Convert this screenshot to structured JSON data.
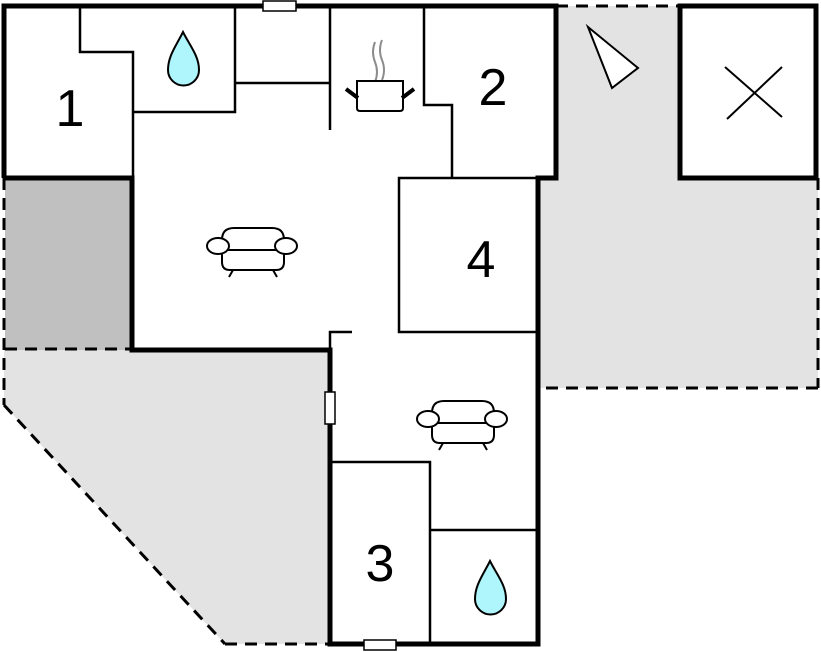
{
  "title": "Floor plan",
  "rooms": [
    {
      "id": "bedroom-1",
      "label": "1",
      "type": "bedroom"
    },
    {
      "id": "bedroom-2",
      "label": "2",
      "type": "bedroom"
    },
    {
      "id": "bedroom-3",
      "label": "3",
      "type": "bedroom"
    },
    {
      "id": "bedroom-4",
      "label": "4",
      "type": "bedroom"
    },
    {
      "id": "bathroom-top",
      "label": "",
      "type": "bathroom",
      "icon": "water-drop-icon"
    },
    {
      "id": "bathroom-bottom",
      "label": "",
      "type": "bathroom",
      "icon": "water-drop-icon"
    },
    {
      "id": "kitchen",
      "label": "",
      "type": "kitchen",
      "icon": "cooking-pot-icon"
    },
    {
      "id": "living-room-top",
      "label": "",
      "type": "living",
      "icon": "sofa-icon"
    },
    {
      "id": "living-room-bottom",
      "label": "",
      "type": "living",
      "icon": "sofa-icon"
    },
    {
      "id": "outbuilding",
      "label": "",
      "type": "storage",
      "icon": "cross-icon"
    }
  ],
  "outdoor": [
    {
      "id": "terrace-right",
      "type": "terrace"
    },
    {
      "id": "terrace-left",
      "type": "terrace"
    },
    {
      "id": "covered-area",
      "type": "covered"
    }
  ],
  "symbols": {
    "north_arrow": "north-arrow-icon"
  },
  "colors": {
    "wall": "#000000",
    "terrace": "#e3e3e3",
    "covered": "#c0c0c0",
    "water": "#aef6fb",
    "steam": "#8c8c8c"
  }
}
